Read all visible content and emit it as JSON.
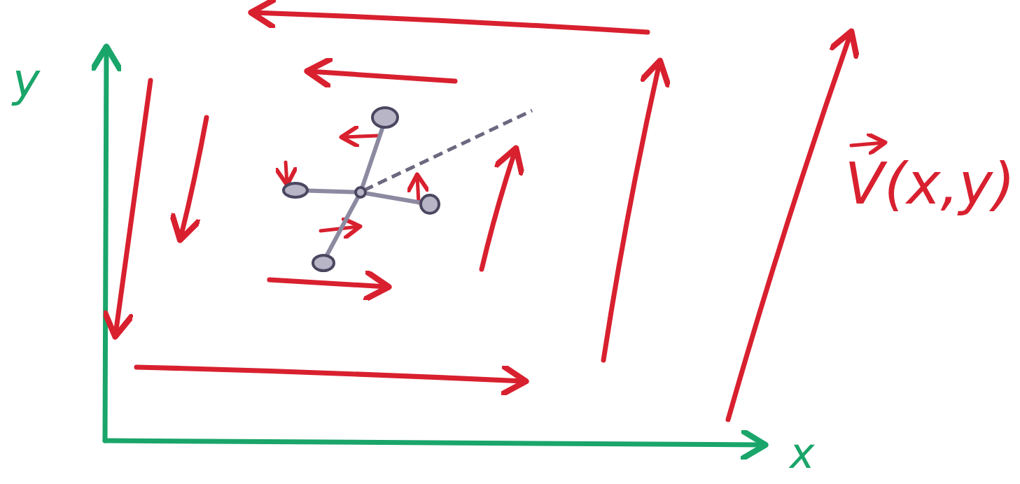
{
  "diagram": {
    "labels": [
      "y",
      "x",
      "V(x,y)"
    ]
  }
}
